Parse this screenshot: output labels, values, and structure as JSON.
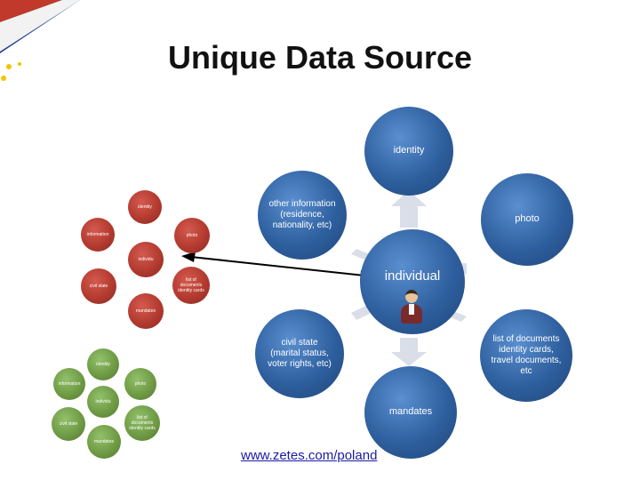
{
  "title": "Unique Data Source",
  "url": "www.zetes.com/poland",
  "colors": {
    "blue": "#2e5f9e",
    "red": "#b33a2f",
    "green": "#6f9b45",
    "arrow": "#d9dee8"
  },
  "icons": [
    "flag-icon",
    "person-icon"
  ],
  "big": {
    "identity": "identity",
    "other_info": "other information (residence, nationality, etc)",
    "photo": "photo",
    "individual": "individual",
    "civil": "civil state (marital status, voter rights, etc)",
    "documents": "list of documents identity cards, travel documents, etc",
    "mandates": "mandates"
  },
  "red": {
    "identity": "identity",
    "other": "information",
    "photo": "photo",
    "individual": "individu",
    "civil": "civil state",
    "documents": "list of documents identity cards",
    "mandates": "mandates"
  },
  "green": {
    "identity": "identity",
    "other": "information",
    "photo": "photo",
    "individual": "individu",
    "civil": "civil state",
    "documents": "list of documents identity cards",
    "mandates": "mandates"
  }
}
